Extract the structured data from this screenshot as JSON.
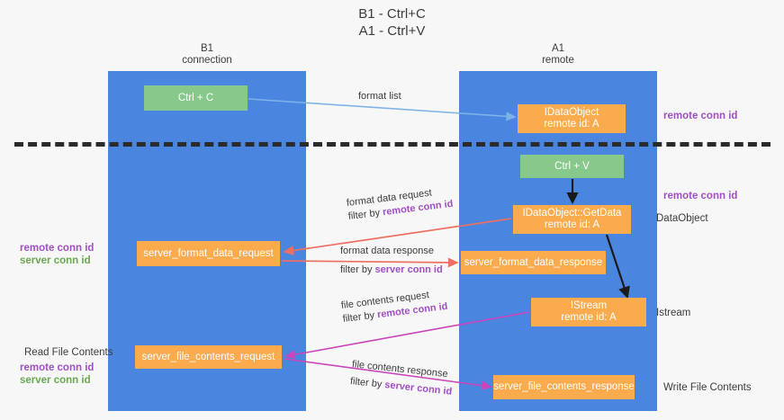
{
  "title": {
    "line1": "B1 - Ctrl+C",
    "line2": "A1 - Ctrl+V"
  },
  "lanes": [
    {
      "id": "b1",
      "name": "B1",
      "role": "connection"
    },
    {
      "id": "a1",
      "name": "A1",
      "role": "remote"
    }
  ],
  "boxes": {
    "ctrl_c": {
      "label": "Ctrl + C",
      "color": "#86c98a"
    },
    "idataobject": {
      "label": "IDataObject",
      "sublabel": "remote id: A",
      "color": "#f9ab4e"
    },
    "ctrl_v": {
      "label": "Ctrl + V",
      "color": "#86c98a"
    },
    "getdata": {
      "label": "IDataObject::GetData",
      "sublabel": "remote id: A",
      "color": "#f9ab4e"
    },
    "server_format_data_request": {
      "label": "server_format_data_request",
      "color": "#f9ab4e"
    },
    "server_format_data_response": {
      "label": "server_format_data_response",
      "color": "#f9ab4e"
    },
    "istream": {
      "label": "IStream",
      "sublabel": "remote id: A",
      "color": "#f9ab4e"
    },
    "server_file_contents_request": {
      "label": "server_file_contents_request",
      "color": "#f9ab4e"
    },
    "server_file_contents_response": {
      "label": "server_file_contents_response",
      "color": "#f9ab4e"
    }
  },
  "arrow_labels": {
    "format_list": {
      "text": "format list"
    },
    "format_data_request": {
      "line1": "format data request",
      "line2_prefix": "filter by ",
      "line2_highlight": "remote conn id"
    },
    "format_data_response": {
      "line1": "format data response",
      "line2_prefix": "filter by ",
      "line2_highlight": "server conn id"
    },
    "file_contents_request": {
      "line1": "file contents request",
      "line2_prefix": "filter by ",
      "line2_highlight": "remote conn id"
    },
    "file_contents_response": {
      "line1": "file contents response",
      "line2_prefix": "filter by ",
      "line2_highlight": "server conn id"
    }
  },
  "annotations": {
    "right_remote_conn_id_top": "remote conn id",
    "right_remote_conn_id_mid": "remote conn id",
    "dataobject": "DataObject",
    "istream": "Istream",
    "write_file_contents": "Write File Contents",
    "read_file_contents": "Read File Contents",
    "left_remote_conn_id_mid": "remote conn id",
    "left_server_conn_id_mid": "server conn id",
    "left_remote_conn_id_bottom": "remote conn id",
    "left_server_conn_id_bottom": "server conn id"
  },
  "colors": {
    "lane": "#4a86e0",
    "green_box": "#86c98a",
    "orange_box": "#f9ab4e",
    "remote_conn_id": "#a14fc4",
    "server_conn_id": "#6aa84f",
    "arrow_blue": "#7fb2e5",
    "arrow_red": "#ee6f61",
    "arrow_magenta": "#c council",
    "arrow_black": "#1a1a1a",
    "background": "#f7f7f7",
    "divider": "#2b2b2b"
  }
}
